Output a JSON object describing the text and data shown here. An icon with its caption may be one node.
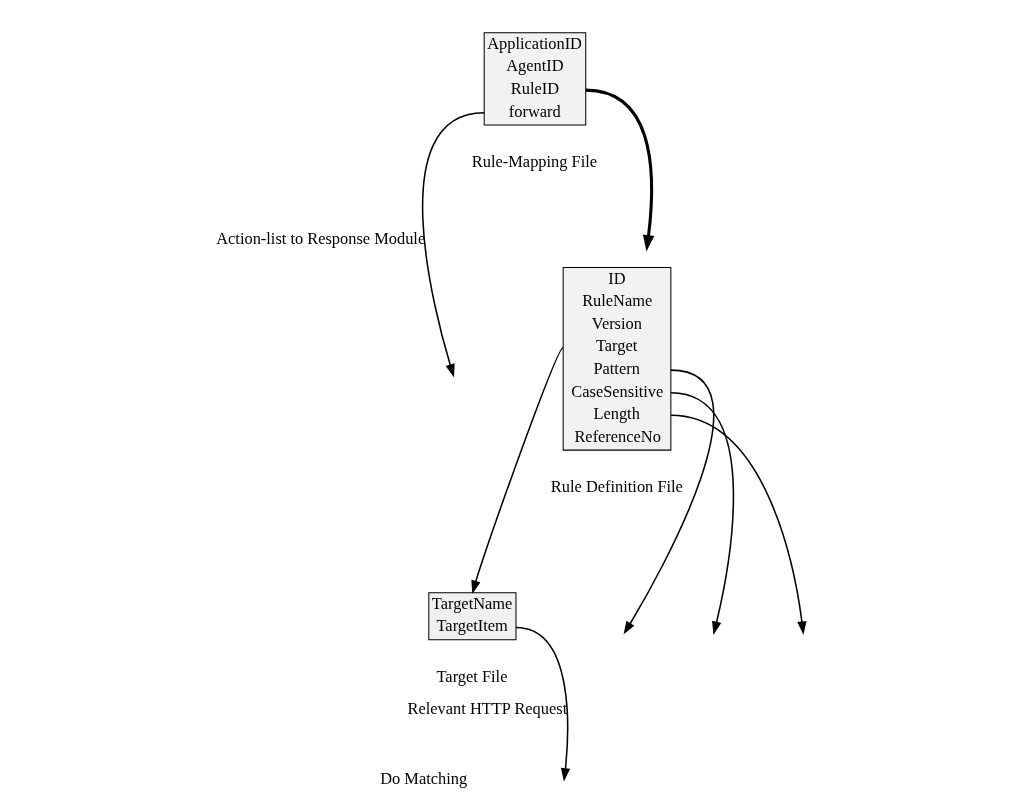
{
  "diagram": {
    "nodes": [
      {
        "text": [
          "ApplicationID",
          "AgentID",
          "RuleID",
          "forward"
        ],
        "beside": [
          "Rule-Mapping File"
        ]
      },
      {
        "text": [
          "ID",
          "RuleName",
          "Version",
          "Target",
          "Pattern",
          "CaseSensitive",
          "Length",
          "ReferenceNo"
        ],
        "beside": [
          "Rule Definition File"
        ]
      },
      {
        "text": [
          "TargetName",
          "TargetItem"
        ],
        "beside": [
          "Target File"
        ]
      }
    ],
    "edges": [
      {
        "from": 0,
        "to": 1,
        "arrow": "to",
        "style": "thick"
      },
      {
        "from": 1,
        "to": 2,
        "arrow": "to"
      },
      {
        "from": 0,
        "to": null,
        "arrow": "to",
        "label": "Action-list to Response Module"
      },
      {
        "from": 1,
        "to": null,
        "arrow": "to"
      },
      {
        "from": 1,
        "to": null,
        "arrow": "to"
      },
      {
        "from": 1,
        "to": null,
        "arrow": "to"
      },
      {
        "from": 2,
        "to": null,
        "arrow": "to",
        "label": "Relevant HTTP Request"
      }
    ],
    "labels": [
      "Do Matching"
    ]
  }
}
